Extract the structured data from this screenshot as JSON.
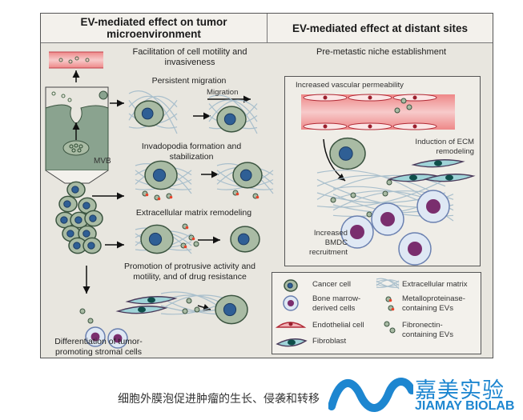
{
  "figure": {
    "left_header": "EV-mediated effect on tumor microenvironment",
    "right_header": "EV-mediated effect at distant sites",
    "left_panel": {
      "section_title": "Facilitation of cell motility and invasiveness",
      "steps": [
        {
          "label": "Persistent migration",
          "sublabel": "Migration"
        },
        {
          "label": "Invadopodia formation and stabilization"
        },
        {
          "label": "Extracellular matrix remodeling"
        },
        {
          "label": "Promotion of protrusive activity and motility, and of drug resistance"
        },
        {
          "label": "Differentiation of tumor-promoting stromal cells"
        }
      ],
      "mvb_label": "MVB"
    },
    "right_panel": {
      "section_title": "Pre-metastic niche establishment",
      "labels": {
        "vascular": "Increased vascular permeability",
        "ecm": "Induction of ECM remodeling",
        "bmdc": "Increased BMDC recruitment"
      }
    },
    "legend": [
      {
        "icon": "cancer-cell-icon",
        "label": "Cancer cell"
      },
      {
        "icon": "ecm-icon",
        "label": "Extracellular matrix"
      },
      {
        "icon": "bone-marrow-cell-icon",
        "label": "Bone marrow-derived cells"
      },
      {
        "icon": "mmp-ev-icon",
        "label": "Metalloproteinase-containing EVs"
      },
      {
        "icon": "endothelial-cell-icon",
        "label": "Endothelial cell"
      },
      {
        "icon": "fibronectin-ev-icon",
        "label": "Fibronectin-containing EVs"
      },
      {
        "icon": "fibroblast-icon",
        "label": "Fibroblast"
      }
    ],
    "colors": {
      "cancer_cell": "#a9bba4",
      "nucleus": "#2f5f95",
      "endothelial": "#e0707a",
      "fibroblast": "#9fd4d8",
      "bmdc": "#7a2e6e",
      "mmp": "#e8432a"
    }
  },
  "caption": "细胞外膜泡促进肿瘤的生长、侵袭和转移",
  "logo": {
    "cn": "嘉美实验",
    "en": "JIAMAY BIOLAB"
  }
}
